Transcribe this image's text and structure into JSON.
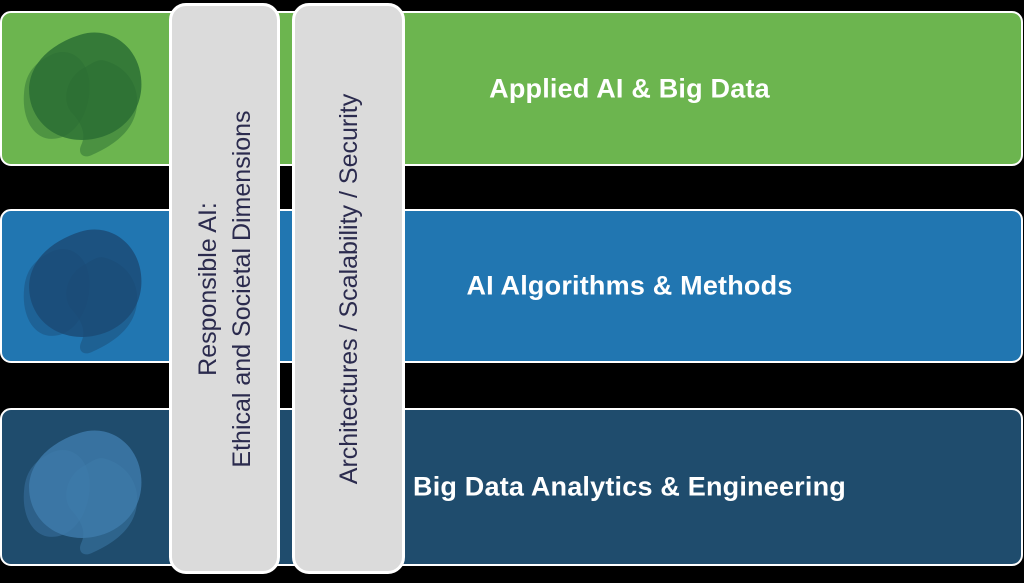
{
  "background": "#000000",
  "rows": [
    {
      "label": "Applied AI & Big Data",
      "color": "#6cb54f",
      "icon": "green-blob-logo-icon",
      "icon_color": "#2a6d33"
    },
    {
      "label": "AI Algorithms & Methods",
      "color": "#2176b1",
      "icon": "dark-blue-blob-logo-icon",
      "icon_color": "#1b4b75"
    },
    {
      "label": "Big Data Analytics & Engineering",
      "color": "#1f4c6d",
      "icon": "steel-blue-blob-logo-icon",
      "icon_color": "#3e7bab"
    }
  ],
  "columns": [
    {
      "lines": [
        "Responsible AI:",
        "Ethical and Societal Dimensions"
      ],
      "color": "#dbdbdb",
      "text_color": "#2b2b4e"
    },
    {
      "lines": [
        "Architectures / Scalability / Security"
      ],
      "color": "#dbdbdb",
      "text_color": "#2b2b4e"
    }
  ],
  "styles": {
    "row_label_color": "#ffffff",
    "bar_border_color": "#ffffff"
  }
}
